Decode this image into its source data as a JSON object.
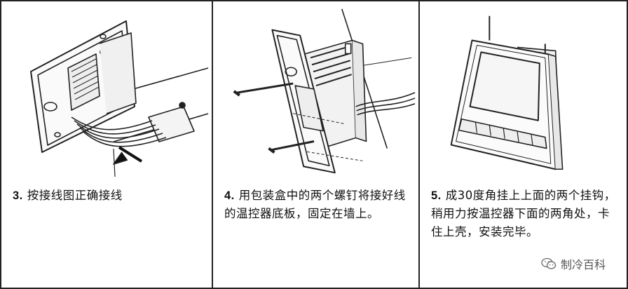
{
  "steps": [
    {
      "number": "3.",
      "text": "按接线图正确接线"
    },
    {
      "number": "4.",
      "text": "用包装盒中的两个螺钉将接好线的温控器底板，固定在墙上。"
    },
    {
      "number": "5.",
      "text": "成30度角挂上上面的两个挂钩，稍用力按温控器下面的两角处，卡住上壳，安装完毕。"
    }
  ],
  "watermark": {
    "text": "制冷百科",
    "icon": "wechat-icon"
  },
  "colors": {
    "line": "#222222",
    "background": "#ffffff"
  }
}
